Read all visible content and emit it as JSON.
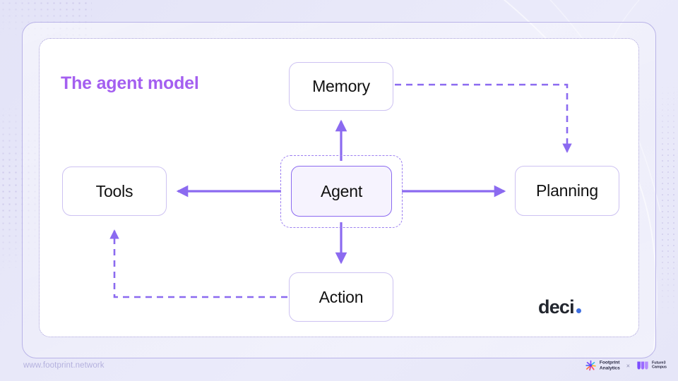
{
  "slide": {
    "title": "The agent model",
    "brand_logo": "deci",
    "brand_logo_dot": "blue-dot"
  },
  "diagram": {
    "type": "agent-architecture",
    "nodes": [
      {
        "id": "memory",
        "label": "Memory",
        "style": "outline"
      },
      {
        "id": "tools",
        "label": "Tools",
        "style": "outline"
      },
      {
        "id": "agent",
        "label": "Agent",
        "style": "filled-highlight"
      },
      {
        "id": "planning",
        "label": "Planning",
        "style": "outline"
      },
      {
        "id": "action",
        "label": "Action",
        "style": "outline"
      }
    ],
    "group_container": {
      "around": "agent",
      "border": "dashed"
    },
    "edges": [
      {
        "from": "agent",
        "to": "memory",
        "style": "solid",
        "direction": "up"
      },
      {
        "from": "agent",
        "to": "tools",
        "style": "solid",
        "direction": "left"
      },
      {
        "from": "agent",
        "to": "planning",
        "style": "solid",
        "direction": "right"
      },
      {
        "from": "agent",
        "to": "action",
        "style": "solid",
        "direction": "down"
      },
      {
        "from": "memory",
        "to": "planning",
        "style": "dashed",
        "direction": "right-then-down"
      },
      {
        "from": "action",
        "to": "tools",
        "style": "dashed",
        "direction": "left-then-up"
      }
    ]
  },
  "colors": {
    "accent_purple": "#8b6af0",
    "title_purple": "#a45ff0",
    "node_border": "#cdc2f2",
    "agent_fill": "#f6f3fe",
    "background": "#e8e8f9",
    "deci_dot": "#3f6fe0"
  },
  "footer": {
    "url": "www.footprint.network",
    "separator": "×",
    "partners": [
      {
        "name_line1": "Footprint",
        "name_line2": "Analytics",
        "icon": "footprint-burst-icon"
      },
      {
        "name_line1": "Future3",
        "name_line2": "Campus",
        "icon": "future3-wave-icon"
      }
    ]
  }
}
